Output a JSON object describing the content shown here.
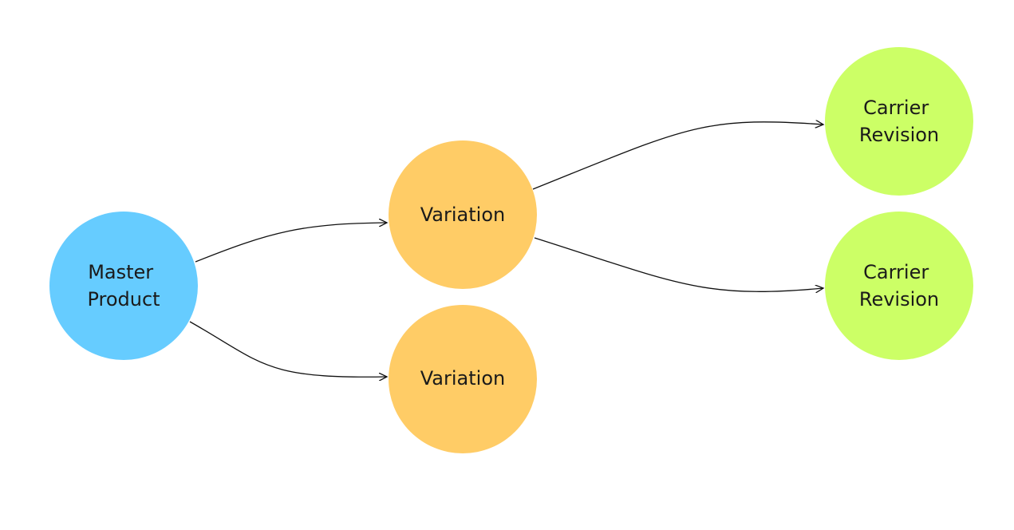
{
  "colors": {
    "master": "#66ccff",
    "variation": "#ffcc66",
    "revision": "#ccff66",
    "edge": "#111111",
    "text": "#1a1a1a"
  },
  "nodes": {
    "master": {
      "line1": "Master",
      "line2": "Product"
    },
    "variation_1": {
      "label": "Variation"
    },
    "variation_2": {
      "label": "Variation"
    },
    "revision_1": {
      "line1": "Carrier",
      "line2": "Revision"
    },
    "revision_2": {
      "line1": "Carrier",
      "line2": "Revision"
    }
  },
  "edges": [
    {
      "from": "master",
      "to": "variation_1"
    },
    {
      "from": "master",
      "to": "variation_2"
    },
    {
      "from": "variation_1",
      "to": "revision_1"
    },
    {
      "from": "variation_1",
      "to": "revision_2"
    }
  ]
}
